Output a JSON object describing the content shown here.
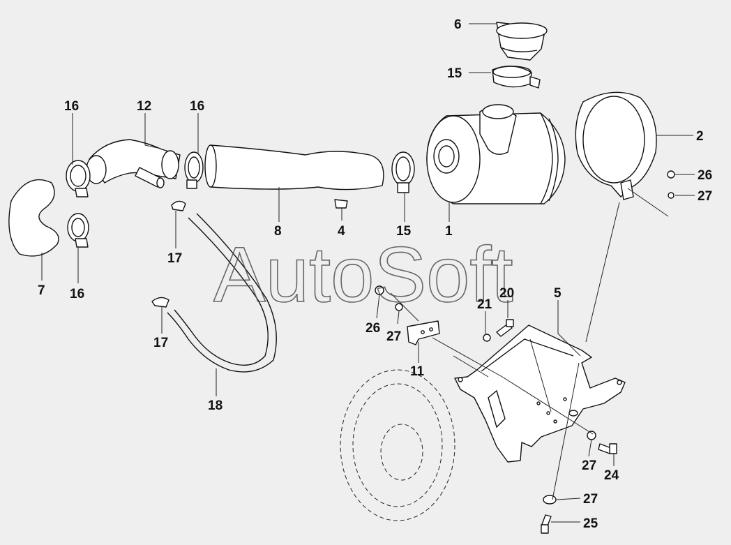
{
  "watermark": "AutoSoft",
  "callouts": [
    {
      "id": "c6",
      "text": "6"
    },
    {
      "id": "c15a",
      "text": "15"
    },
    {
      "id": "c16a",
      "text": "16"
    },
    {
      "id": "c12",
      "text": "12"
    },
    {
      "id": "c16b",
      "text": "16"
    },
    {
      "id": "c2",
      "text": "2"
    },
    {
      "id": "c26a",
      "text": "26"
    },
    {
      "id": "c27a",
      "text": "27"
    },
    {
      "id": "c8",
      "text": "8"
    },
    {
      "id": "c4",
      "text": "4"
    },
    {
      "id": "c15b",
      "text": "15"
    },
    {
      "id": "c1",
      "text": "1"
    },
    {
      "id": "c17a",
      "text": "17"
    },
    {
      "id": "c7",
      "text": "7"
    },
    {
      "id": "c16c",
      "text": "16"
    },
    {
      "id": "c5",
      "text": "5"
    },
    {
      "id": "c20",
      "text": "20"
    },
    {
      "id": "c21",
      "text": "21"
    },
    {
      "id": "c26b",
      "text": "26"
    },
    {
      "id": "c27b",
      "text": "27"
    },
    {
      "id": "c11",
      "text": "11"
    },
    {
      "id": "c17b",
      "text": "17"
    },
    {
      "id": "c18",
      "text": "18"
    },
    {
      "id": "c27c",
      "text": "27"
    },
    {
      "id": "c24",
      "text": "24"
    },
    {
      "id": "c27d",
      "text": "27"
    },
    {
      "id": "c25",
      "text": "25"
    }
  ]
}
